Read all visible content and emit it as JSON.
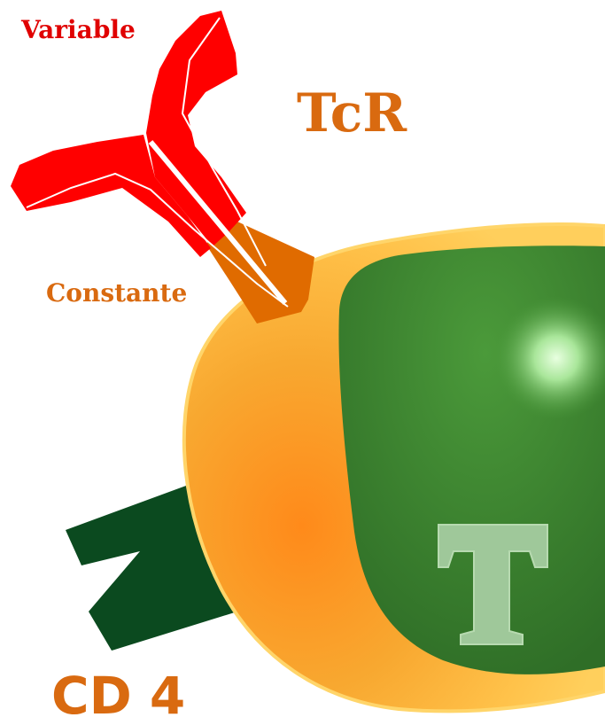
{
  "labels": {
    "variable": "Variable",
    "constant": "Constante",
    "tcr": "TcR",
    "cd4": "CD 4",
    "cell": "T"
  },
  "colors": {
    "variable_region": "#ff0000",
    "constant_region": "#e07000",
    "label_red": "#e00000",
    "label_orange": "#d96a10",
    "cell_membrane": "#f6a623",
    "cell_membrane_light": "#ffd56a",
    "nucleus": "#3a7f2e",
    "nucleus_dark": "#2e6b25",
    "nucleolus": "#d8ffd0",
    "cd4_molecule": "#0b4a1f",
    "t_letter": "#9fc89a"
  }
}
